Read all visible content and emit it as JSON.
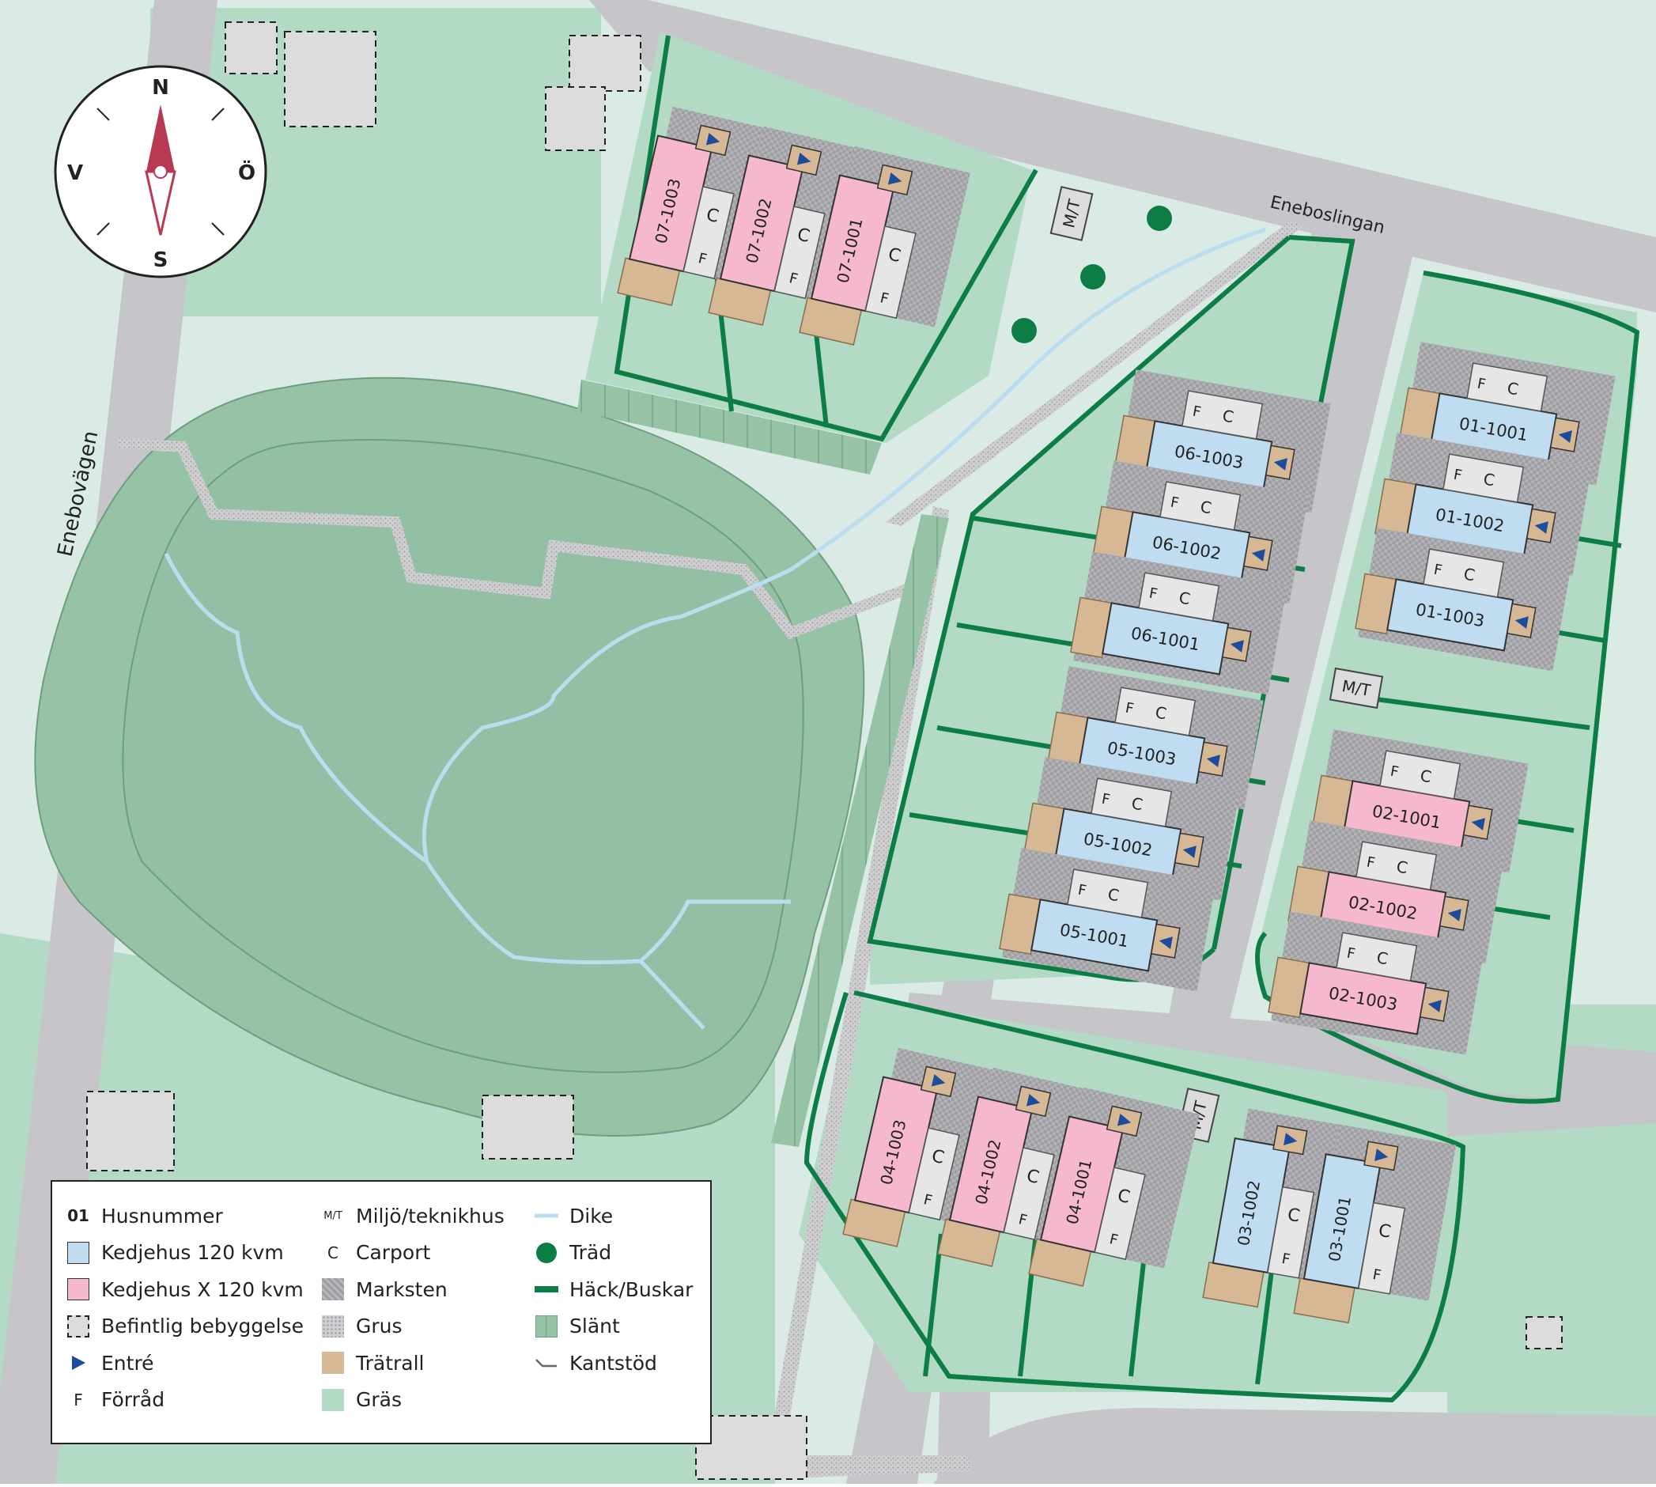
{
  "compass": {
    "north": "N",
    "south": "S",
    "west": "V",
    "east": "Ö"
  },
  "streets": {
    "east_west": "Eneboslingan",
    "north_south": "Enebovägen"
  },
  "service_labels": [
    "M/T",
    "M/T",
    "M/T"
  ],
  "houses": [
    {
      "id": "07-1003",
      "type": "X"
    },
    {
      "id": "07-1002",
      "type": "X"
    },
    {
      "id": "07-1001",
      "type": "X"
    },
    {
      "id": "06-1003",
      "type": "std"
    },
    {
      "id": "06-1002",
      "type": "std"
    },
    {
      "id": "06-1001",
      "type": "std"
    },
    {
      "id": "01-1001",
      "type": "std"
    },
    {
      "id": "01-1002",
      "type": "std"
    },
    {
      "id": "01-1003",
      "type": "std"
    },
    {
      "id": "05-1003",
      "type": "std"
    },
    {
      "id": "05-1002",
      "type": "std"
    },
    {
      "id": "05-1001",
      "type": "std"
    },
    {
      "id": "02-1001",
      "type": "X"
    },
    {
      "id": "02-1002",
      "type": "X"
    },
    {
      "id": "02-1003",
      "type": "X"
    },
    {
      "id": "04-1003",
      "type": "X"
    },
    {
      "id": "04-1002",
      "type": "X"
    },
    {
      "id": "04-1001",
      "type": "X"
    },
    {
      "id": "03-1002",
      "type": "std"
    },
    {
      "id": "03-1001",
      "type": "std"
    }
  ],
  "unit_labels": {
    "carport": "C",
    "storage": "F"
  },
  "legend": {
    "col1": [
      {
        "key": "01",
        "label": "Husnummer"
      },
      {
        "key": "swatch-blue",
        "label": "Kedjehus 120 kvm"
      },
      {
        "key": "swatch-pink",
        "label": "Kedjehus X 120 kvm"
      },
      {
        "key": "swatch-dashed",
        "label": "Befintlig bebyggelse"
      },
      {
        "key": "entry-arrow",
        "label": "Entré"
      },
      {
        "key": "F",
        "label": "Förråd"
      }
    ],
    "col2": [
      {
        "key": "M/T",
        "label": "Miljö/teknikhus"
      },
      {
        "key": "C",
        "label": "Carport"
      },
      {
        "key": "swatch-paving",
        "label": "Marksten"
      },
      {
        "key": "swatch-gravel",
        "label": "Grus"
      },
      {
        "key": "swatch-deck",
        "label": "Trätrall"
      },
      {
        "key": "swatch-grass",
        "label": "Gräs"
      }
    ],
    "col3": [
      {
        "key": "ditch",
        "label": "Dike"
      },
      {
        "key": "tree",
        "label": "Träd"
      },
      {
        "key": "hedge",
        "label": "Häck/Buskar"
      },
      {
        "key": "swatch-slope",
        "label": "Slänt"
      },
      {
        "key": "curb",
        "label": "Kantstöd"
      }
    ]
  },
  "colors": {
    "background": "#d9ebe4",
    "grass": "#b2dac4",
    "road": "#c6c5c9",
    "slope": "#96c3a6",
    "pond": "#93c0a4",
    "hedge": "#0b7d45",
    "house_std": "#bfdcf1",
    "house_x": "#f5b8cc",
    "deck": "#d6b994",
    "paving": "#a9a9ad",
    "ditch": "#bcdcef",
    "compass_needle": "#b83a52"
  }
}
